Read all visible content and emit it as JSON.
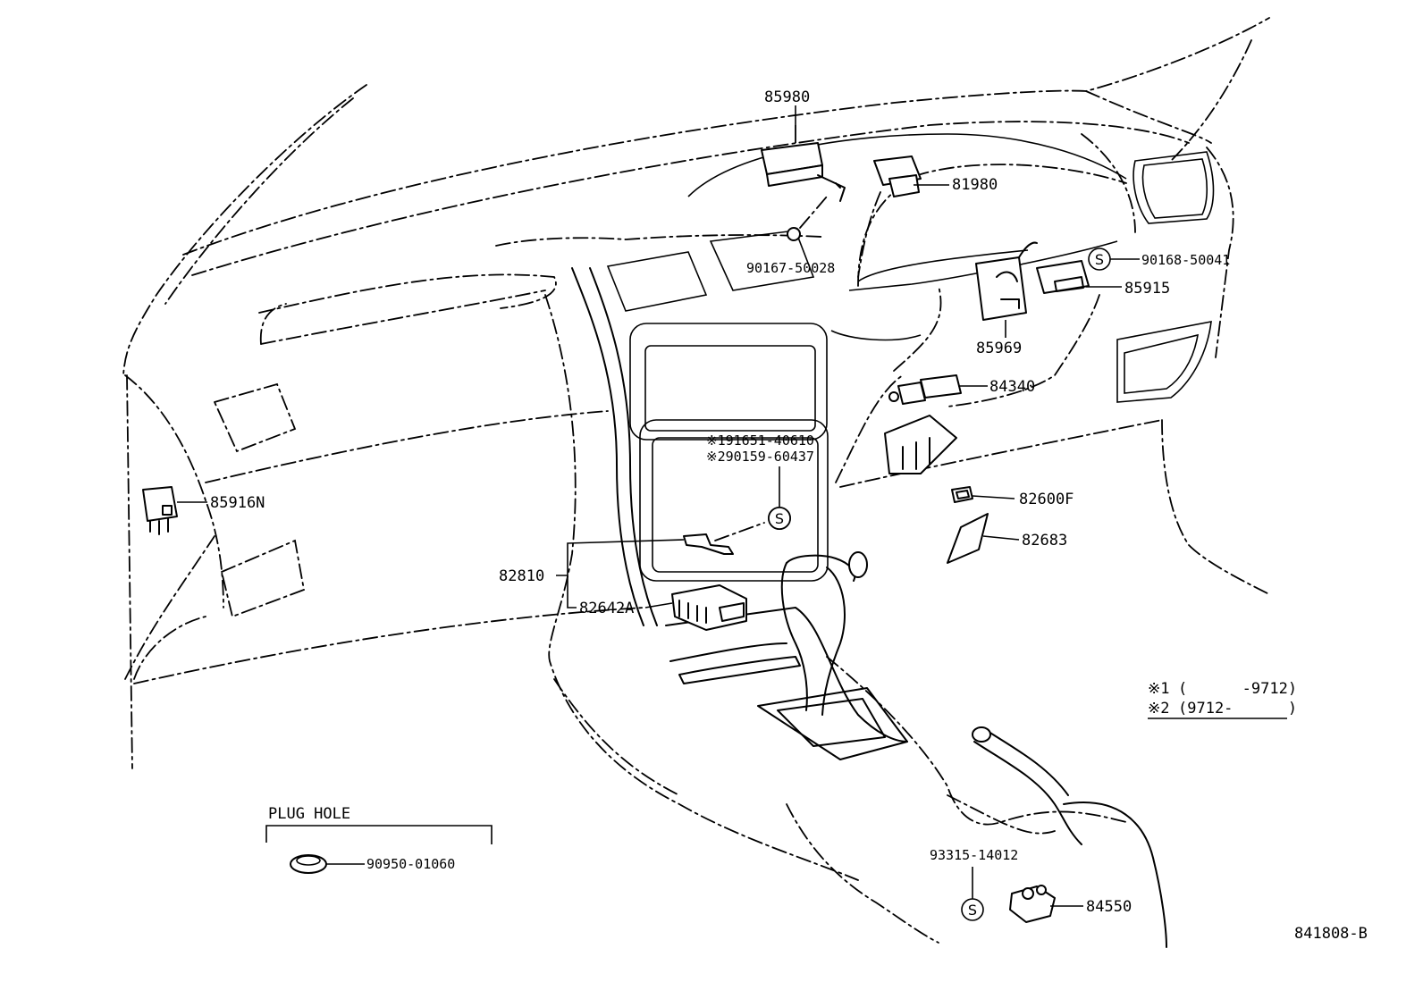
{
  "parts": {
    "p85980": "85980",
    "p81980": "81980",
    "p90168": "90168-50041",
    "p85915": "85915",
    "p85969": "85969",
    "p90167": "90167-50028",
    "p84340": "84340",
    "p91651": "※191651-40610",
    "p90159": "※290159-60437",
    "p85916N": "85916N",
    "p82600F": "82600F",
    "p82683": "82683",
    "p82810": "82810",
    "p82642A": "82642A",
    "p93315": "93315-14012",
    "p84550": "84550",
    "p90950": "90950-01060"
  },
  "symbols": {
    "screw": "S"
  },
  "plug_hole": {
    "title": "PLUG HOLE"
  },
  "notes": {
    "n1_mark": "※1",
    "n1_range": "(      -9712)",
    "n2_mark": "※2",
    "n2_range": "(9712-      )"
  },
  "figure_id": "841808-B"
}
